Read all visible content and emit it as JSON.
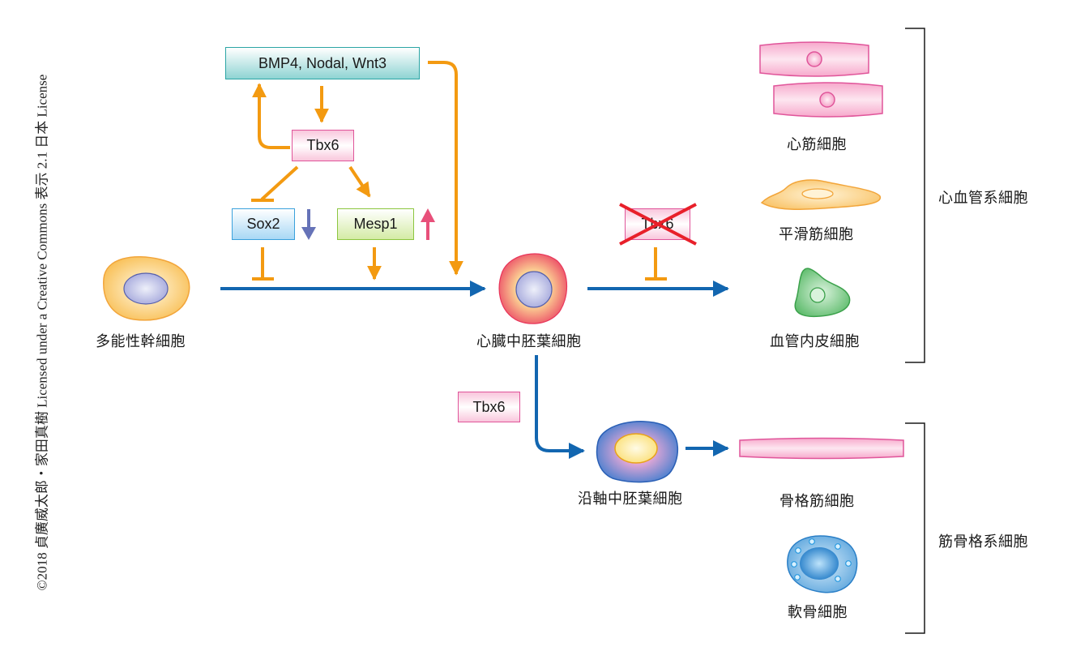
{
  "copyright": "©2018 貞廣威太郎・家田真樹 Licensed under a Creative Commons 表示 2.1 日本 License",
  "signals": {
    "factors_box": "BMP4,  Nodal,  Wnt3",
    "tbx6_top": "Tbx6",
    "sox2": "Sox2",
    "mesp1": "Mesp1",
    "tbx6_crossed": "Tbx6",
    "tbx6_lower": "Tbx6"
  },
  "cells": {
    "pluripotent": "多能性幹細胞",
    "cardiac_mesoderm": "心臓中胚葉細胞",
    "paraxial_mesoderm": "沿軸中胚葉細胞",
    "cardiomyocyte": "心筋細胞",
    "smooth_muscle": "平滑筋細胞",
    "endothelial": "血管内皮細胞",
    "skeletal_muscle": "骨格筋細胞",
    "chondrocyte": "軟骨細胞"
  },
  "groups": {
    "cardiovascular": "心血管系細胞",
    "musculoskeletal": "筋骨格系細胞"
  },
  "colors": {
    "orange": "#f39a11",
    "blue": "#1266b0",
    "down_arrow": "#6673b8",
    "up_arrow": "#e8507a",
    "cross": "#e8202a"
  }
}
